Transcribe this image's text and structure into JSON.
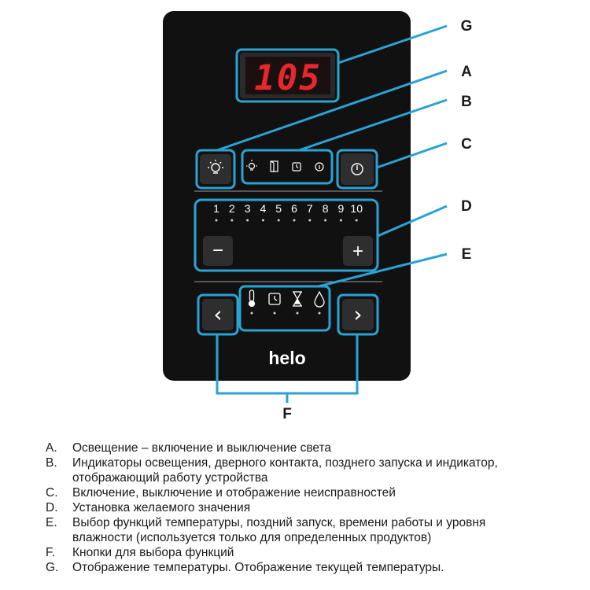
{
  "display": {
    "value": "105"
  },
  "callouts": [
    "G",
    "A",
    "B",
    "C",
    "D",
    "E",
    "F"
  ],
  "panel": {
    "power_button_icon": "power-icon",
    "light_button_icon": "bulb-icon",
    "indicator_icons": [
      "bulb-icon",
      "door-icon",
      "clock-square-icon",
      "info-circle-icon"
    ],
    "levels": [
      "1",
      "2",
      "3",
      "4",
      "5",
      "6",
      "7",
      "8",
      "9",
      "10"
    ],
    "minus_label": "−",
    "plus_label": "+",
    "function_icons": [
      "thermometer-icon",
      "clock-icon",
      "hourglass-icon",
      "drop-icon"
    ],
    "left_label": "‹",
    "right_label": "›",
    "logo": "helo"
  },
  "legend": [
    {
      "key": "A.",
      "lines": [
        "Освещение – включение и выключение света"
      ]
    },
    {
      "key": "B.",
      "lines": [
        "Индикаторы освещения, дверного контакта, позднего запуска и индикатор,",
        "отображающий работу устройства"
      ]
    },
    {
      "key": "C.",
      "lines": [
        "Включение, выключение и отображение неисправностей"
      ]
    },
    {
      "key": "D.",
      "lines": [
        "Установка желаемого значения"
      ]
    },
    {
      "key": "E.",
      "lines": [
        "Выбор функций температуры, поздний запуск, времени работы и уровня",
        "влажности (используется только для определенных продуктов)"
      ]
    },
    {
      "key": "F.",
      "lines": [
        "Кнопки для выбора функций"
      ]
    },
    {
      "key": "G.",
      "lines": [
        "Отображение температуры. Отображение текущей температуры."
      ]
    }
  ],
  "colors": {
    "panel": "#111111",
    "callout": "#2aa3d4",
    "digit": "#e8262b"
  }
}
